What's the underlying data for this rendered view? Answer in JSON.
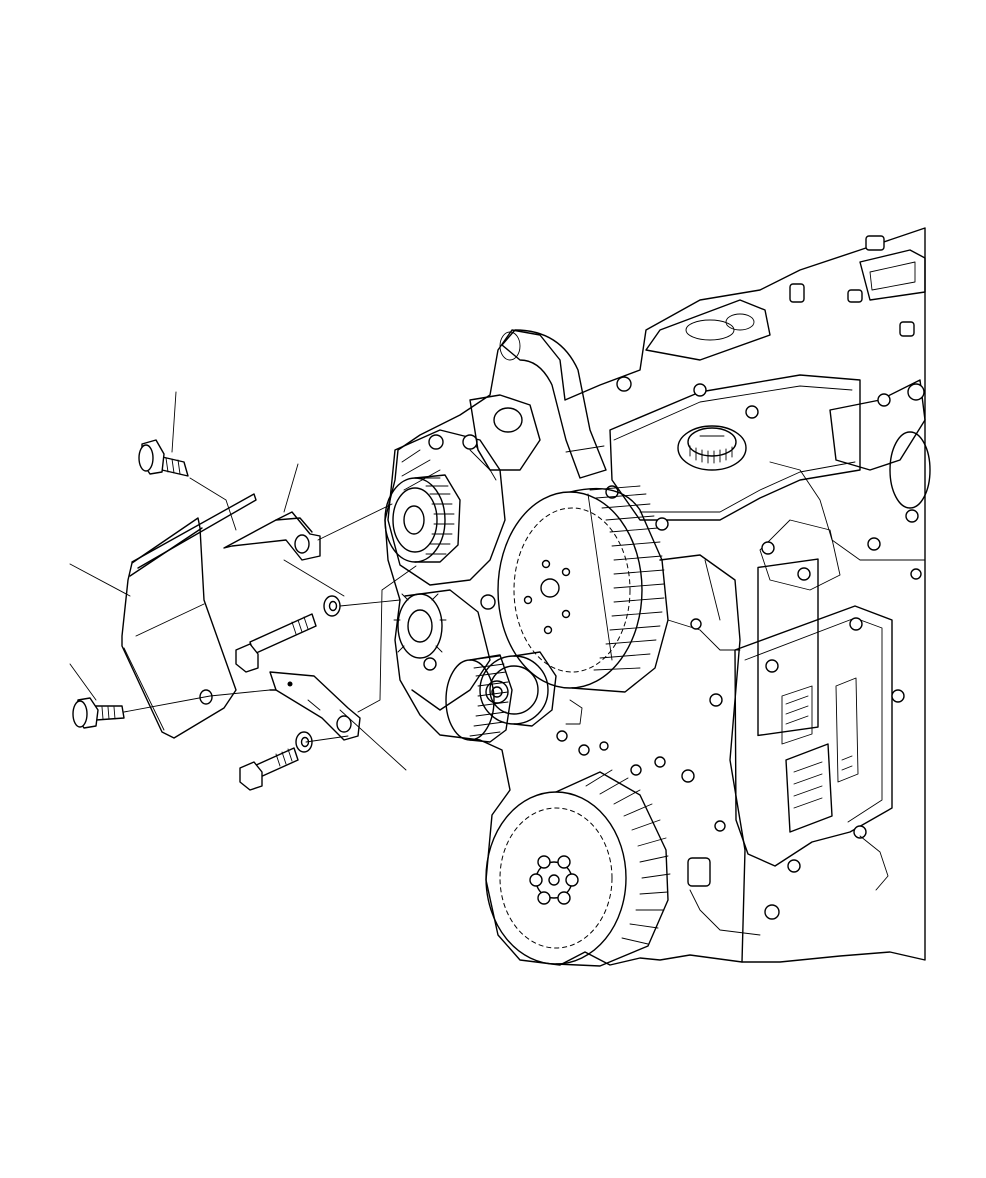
{
  "diagram": {
    "parts": [
      {
        "name": "flange-bolt-upper"
      },
      {
        "name": "bent-bracket"
      },
      {
        "name": "cover-plate"
      },
      {
        "name": "flange-bolt-lower"
      },
      {
        "name": "washer-upper"
      },
      {
        "name": "hex-bolt-upper"
      },
      {
        "name": "flat-bracket"
      },
      {
        "name": "washer-lower"
      },
      {
        "name": "hex-bolt-lower"
      }
    ],
    "assembly": "engine-front"
  }
}
